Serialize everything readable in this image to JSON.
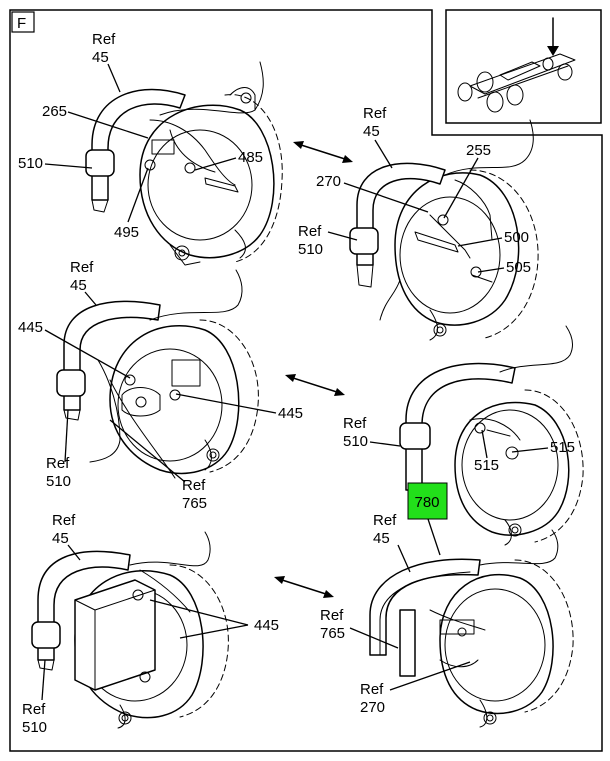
{
  "view_tag": "F",
  "highlight": {
    "label": "780",
    "color": "#22e01a"
  },
  "callouts": {
    "c1_ref45": [
      "Ref",
      "45"
    ],
    "c1_265": "265",
    "c1_510": "510",
    "c1_495": "495",
    "c1_485": "485",
    "c2_ref45": [
      "Ref",
      "45"
    ],
    "c2_255": "255",
    "c2_270": "270",
    "c2_ref510": [
      "Ref",
      "510"
    ],
    "c2_500": "500",
    "c2_505": "505",
    "c3_ref45": [
      "Ref",
      "45"
    ],
    "c3_445a": "445",
    "c3_445b": "445",
    "c3_ref510": [
      "Ref",
      "510"
    ],
    "c3_ref765": [
      "Ref",
      "765"
    ],
    "c4_ref510": [
      "Ref",
      "510"
    ],
    "c4_515a": "515",
    "c4_515b": "515",
    "c5_ref45": [
      "Ref",
      "45"
    ],
    "c5_445": "445",
    "c5_ref510": [
      "Ref",
      "510"
    ],
    "c6_ref45": [
      "Ref",
      "45"
    ],
    "c6_ref765": [
      "Ref",
      "765"
    ],
    "c6_ref270": [
      "Ref",
      "270"
    ]
  },
  "icons": {
    "locator": "truck-chassis-icon",
    "arrows": "double-headed-arrow-icon"
  }
}
